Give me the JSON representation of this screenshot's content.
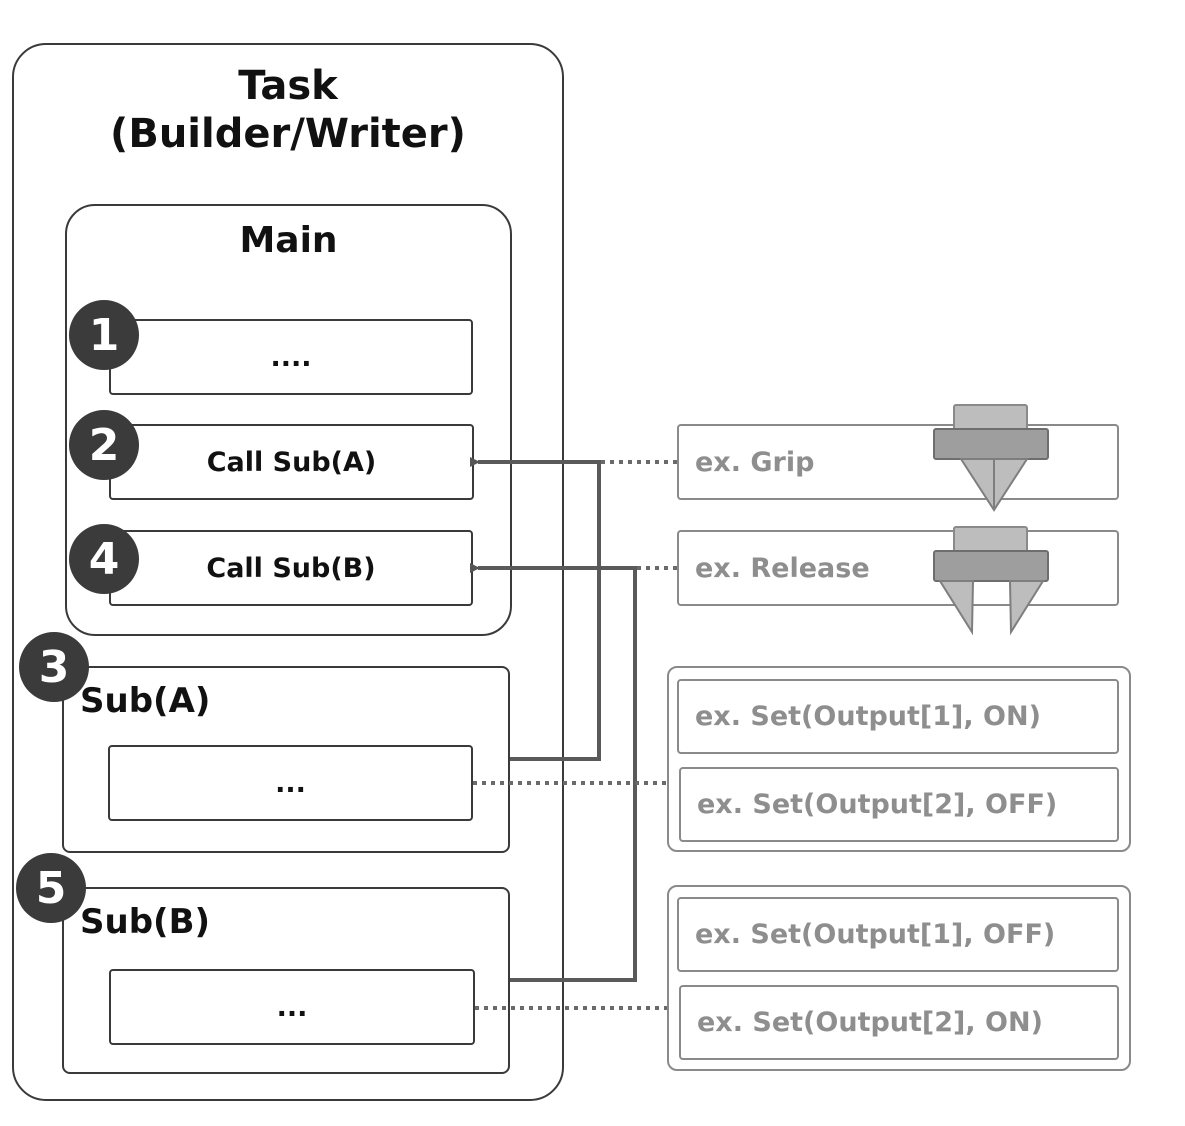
{
  "task": {
    "title_line1": "Task",
    "title_line2": "(Builder/Writer)"
  },
  "main": {
    "title": "Main",
    "steps": [
      {
        "badge": "1",
        "label": "...."
      },
      {
        "badge": "2",
        "label": "Call  Sub(A)"
      },
      {
        "badge": "4",
        "label": "Call  Sub(B)"
      }
    ]
  },
  "sub_a": {
    "badge": "3",
    "title": "Sub(A)",
    "content": "..."
  },
  "sub_b": {
    "badge": "5",
    "title": "Sub(B)",
    "content": "..."
  },
  "examples": {
    "grip": "ex.  Grip",
    "release": "ex.  Release",
    "group_a": [
      "ex.  Set(Output[1],  ON)",
      "ex.  Set(Output[2],  OFF)"
    ],
    "group_b": [
      "ex.  Set(Output[1],  OFF)",
      "ex.  Set(Output[2],  ON)"
    ]
  },
  "colors": {
    "dark": "#3b3b3b",
    "gray": "#8e8e8e",
    "gripper_light": "#bdbdbd",
    "gripper_mid": "#9e9e9e"
  }
}
